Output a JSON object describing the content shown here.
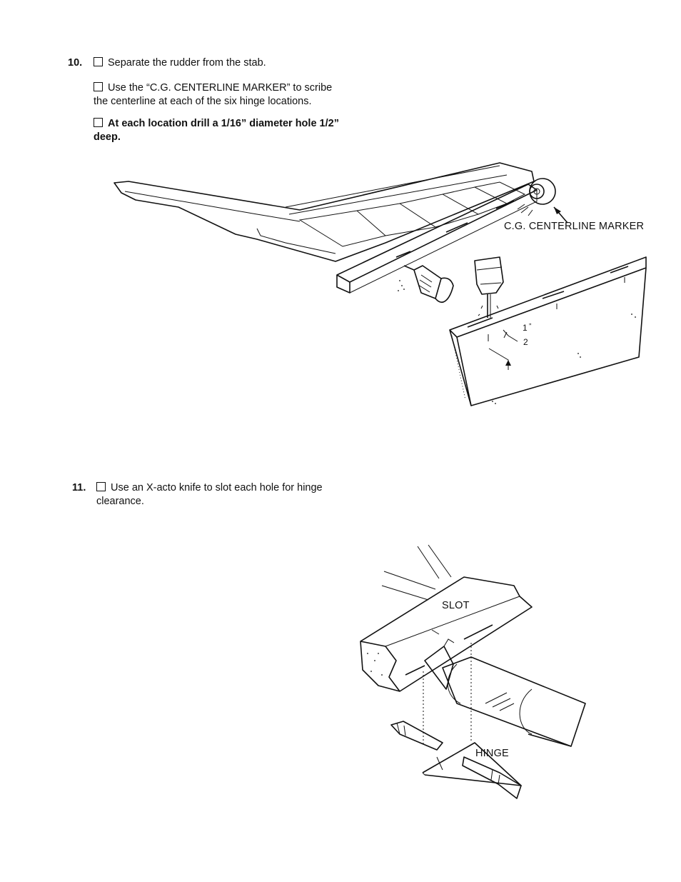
{
  "steps": [
    {
      "number": "10.",
      "items": [
        "Separate the rudder from the stab.",
        "Use the “C.G. CENTERLINE MARKER” to scribe the centerline at each of the six hinge locations.",
        "At each location drill a 1/16” diameter hole 1/2” deep."
      ]
    },
    {
      "number": "11.",
      "items": [
        "Use an X-acto knife to slot each hole for hinge clearance."
      ]
    }
  ],
  "figure1": {
    "callout": "C.G. CENTERLINE MARKER",
    "depth_label_num": "1",
    "depth_label_den": "2",
    "depth_label_unit": "”"
  },
  "figure2": {
    "slot_label": "SLOT",
    "hinge_label": "HINGE"
  }
}
